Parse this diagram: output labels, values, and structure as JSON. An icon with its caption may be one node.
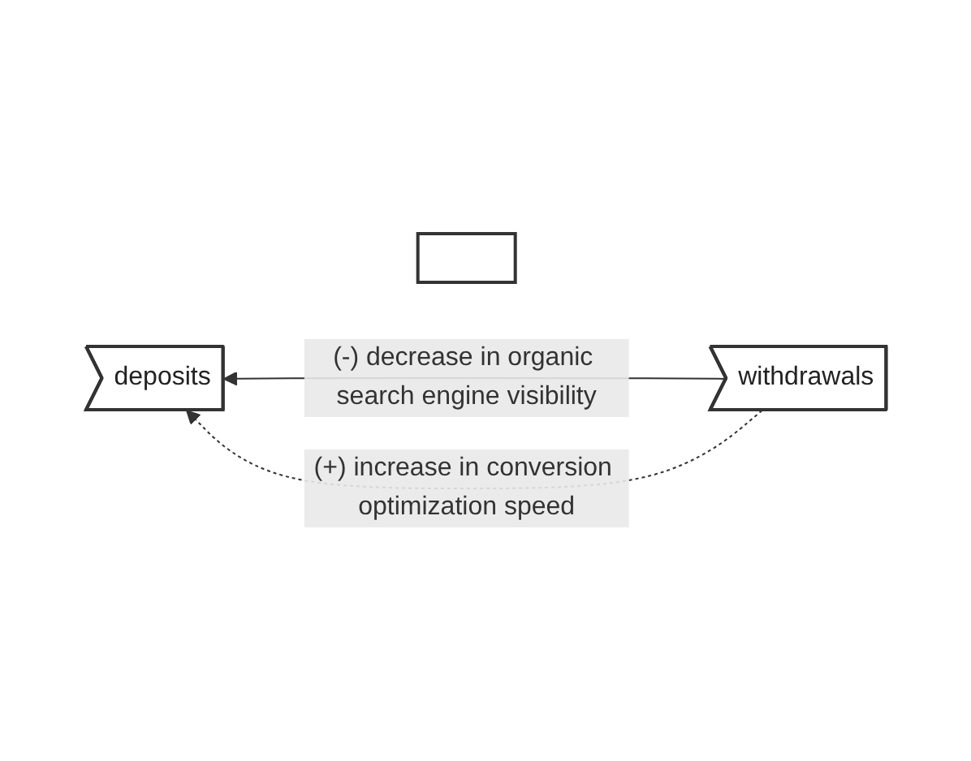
{
  "diagram": {
    "nodes": [
      {
        "text": [
          "deposits"
        ]
      },
      {
        "text": [],
        "shape": "box"
      },
      {
        "text": [
          "withdrawals"
        ]
      }
    ],
    "edges": [
      {
        "from": 2,
        "to": 0,
        "arrow": "to",
        "label": "(-) decrease in organic search engine visibility"
      },
      {
        "from": 2,
        "to": 0,
        "arrow": "to",
        "label": "(+) increase in conversion optimization speed",
        "style": "dashed"
      }
    ]
  }
}
